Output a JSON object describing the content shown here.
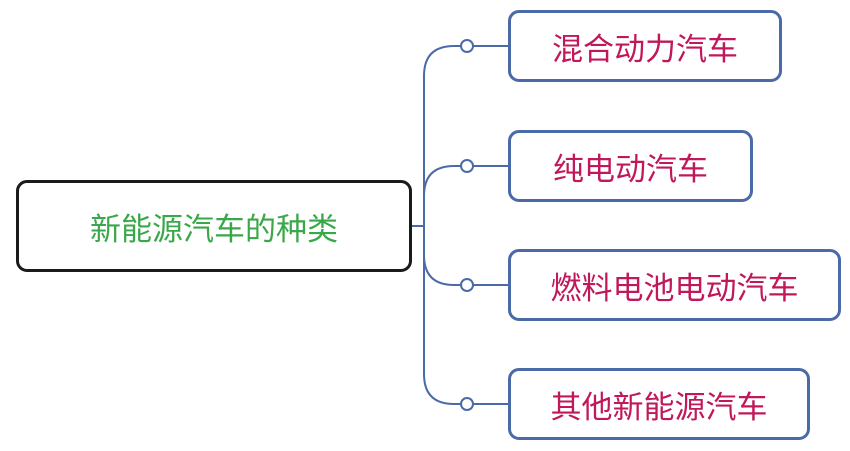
{
  "colors": {
    "root_text": "#3aa84a",
    "root_border": "#1b1b1b",
    "child_text": "#c0185a",
    "child_border": "#4a6aa8",
    "connector": "#4a6aa8"
  },
  "root": {
    "label": "新能源汽车的种类"
  },
  "children": [
    {
      "label": "混合动力汽车"
    },
    {
      "label": "纯电动汽车"
    },
    {
      "label": "燃料电池电动汽车"
    },
    {
      "label": "其他新能源汽车"
    }
  ]
}
